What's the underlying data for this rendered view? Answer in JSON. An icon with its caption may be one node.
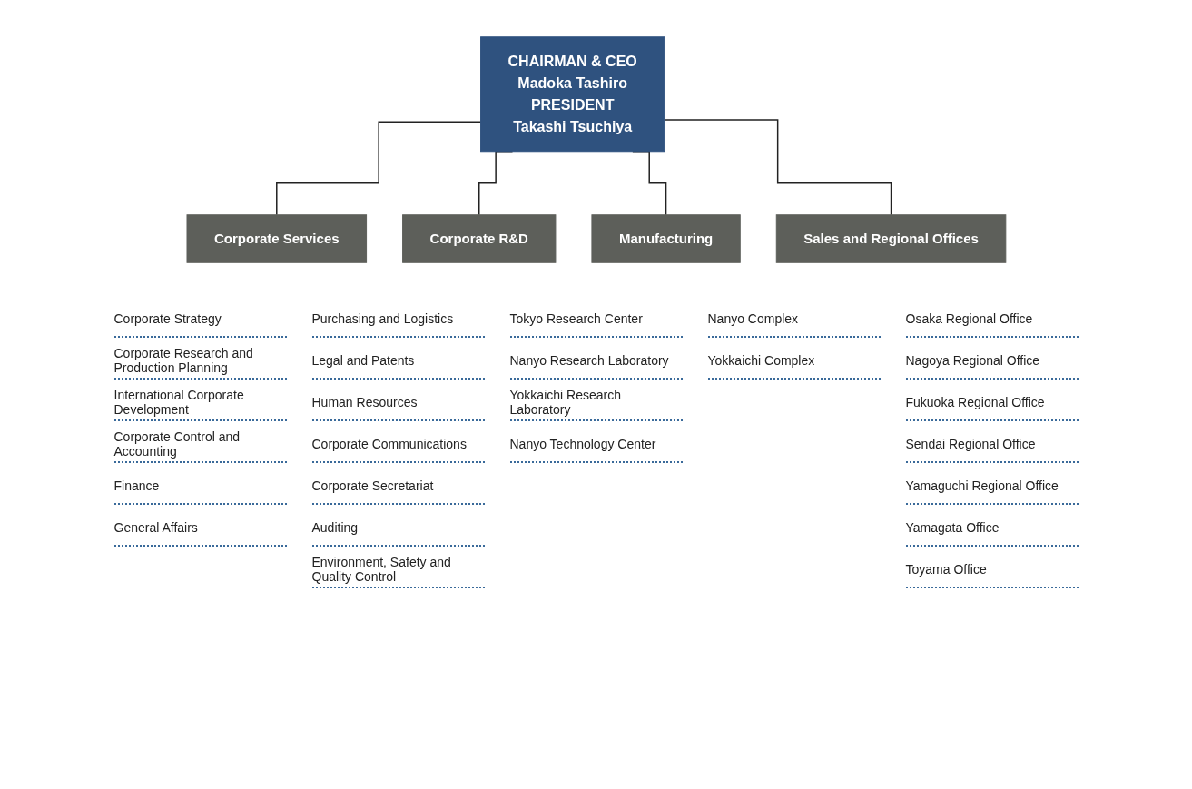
{
  "diagram": {
    "nodes": [
      {
        "text": [
          "CHAIRMAN & CEO",
          "Madoka Tashiro",
          "PRESIDENT",
          "Takashi Tsuchiya"
        ]
      },
      {
        "text": [
          "Corporate Services"
        ]
      },
      {
        "text": [
          "Corporate R&D"
        ]
      },
      {
        "text": [
          "Manufacturing"
        ]
      },
      {
        "text": [
          "Sales and Regional Offices"
        ]
      }
    ],
    "edges": [
      {
        "from": 0,
        "to": 1,
        "arrow": "none"
      },
      {
        "from": 0,
        "to": 2,
        "arrow": "none"
      },
      {
        "from": 0,
        "to": 3,
        "arrow": "none"
      },
      {
        "from": 0,
        "to": 4,
        "arrow": "none"
      }
    ],
    "labels": [
      "Corporate Strategy",
      "Corporate Research and Production Planning",
      "International Corporate Development",
      "Corporate Control and Accounting",
      "Finance",
      "General Affairs",
      "Purchasing and Logistics",
      "Legal and Patents",
      "Human Resources",
      "Corporate Communications",
      "Corporate Secretariat",
      "Auditing",
      "Environment, Safety and Quality Control",
      "Tokyo Research Center",
      "Nanyo Research Laboratory",
      "Yokkaichi Research Laboratory",
      "Nanyo Technology Center",
      "Nanyo Complex",
      "Yokkaichi Complex",
      "Osaka Regional Office",
      "Nagoya Regional Office",
      "Fukuoka Regional Office",
      "Sendai Regional Office",
      "Yamaguchi Regional Office",
      "Yamagata Office",
      "Toyama Office"
    ]
  }
}
